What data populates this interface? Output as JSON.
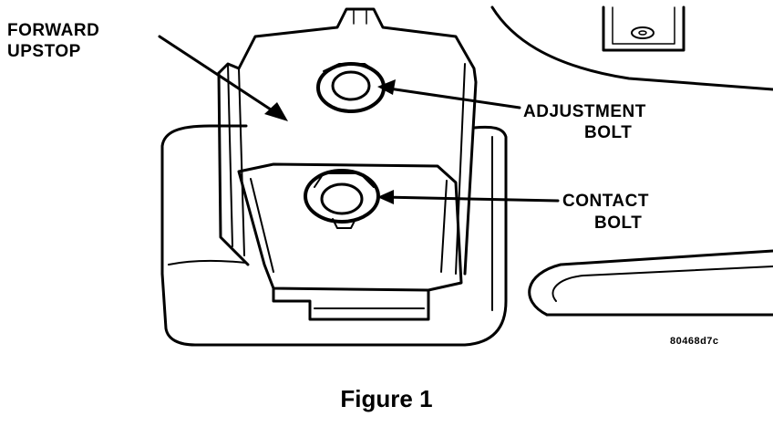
{
  "labels": {
    "forward_upstop_line1": "FORWARD",
    "forward_upstop_line2": "UPSTOP",
    "adjustment_bolt_line1": "ADJUSTMENT",
    "adjustment_bolt_line2": "BOLT",
    "contact_bolt_line1": "CONTACT",
    "contact_bolt_line2": "BOLT"
  },
  "figure_code": "80468d7c",
  "caption": "Figure 1"
}
